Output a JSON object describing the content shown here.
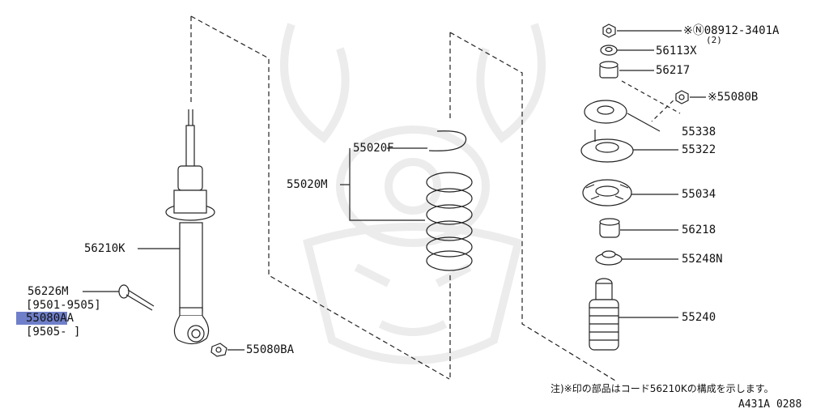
{
  "parts": {
    "p08912": "※Ⓝ08912-3401A",
    "p08912_qty": "(2)",
    "p56113x": "56113X",
    "p56217": "56217",
    "p55080b": "※55080B",
    "p55338": "55338",
    "p55322": "55322",
    "p55034": "55034",
    "p56218": "56218",
    "p55248n": "55248N",
    "p55240": "55240",
    "p55020f": "55020F",
    "p55020m": "55020M",
    "p56210k": "56210K",
    "p56226m": "56226M",
    "p56226m_range": "[9501-9505]",
    "p55080aa_hl": "55080A",
    "p55080aa_rest": "A",
    "p55080aa_range": "[9505-     ]",
    "p55080ba": "55080BA"
  },
  "note": "注)※印の部品はコード56210Kの構成を示します。",
  "diagram_code": "A431A 0288",
  "colors": {
    "highlight": "#6f7fc9",
    "line": "#222222",
    "watermark": "#ececec"
  }
}
